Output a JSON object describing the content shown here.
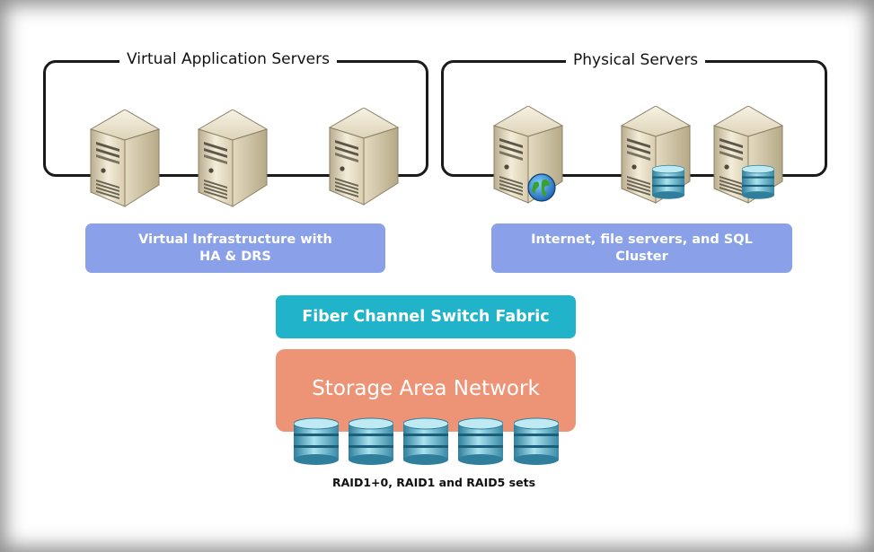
{
  "groups": {
    "virtual_title": "Virtual Application Servers",
    "physical_title": "Physical Servers"
  },
  "labels": {
    "virtual_line1": "Virtual Infrastructure with",
    "virtual_line2": "HA & DRS",
    "physical_line1": "Internet, file servers, and SQL",
    "physical_line2": "Cluster"
  },
  "fabric_label": "Fiber Channel Switch Fabric",
  "san_label": "Storage Area Network",
  "storage_caption": "RAID1+0, RAID1 and RAID5 sets",
  "colors": {
    "label_box": "#8aa0e8",
    "fabric": "#21b3c9",
    "san": "#ee9476",
    "server_body": "#e8dfc6",
    "disk": "#5fb0c9"
  },
  "icons": [
    "server-icon",
    "globe-icon",
    "database-icon"
  ]
}
